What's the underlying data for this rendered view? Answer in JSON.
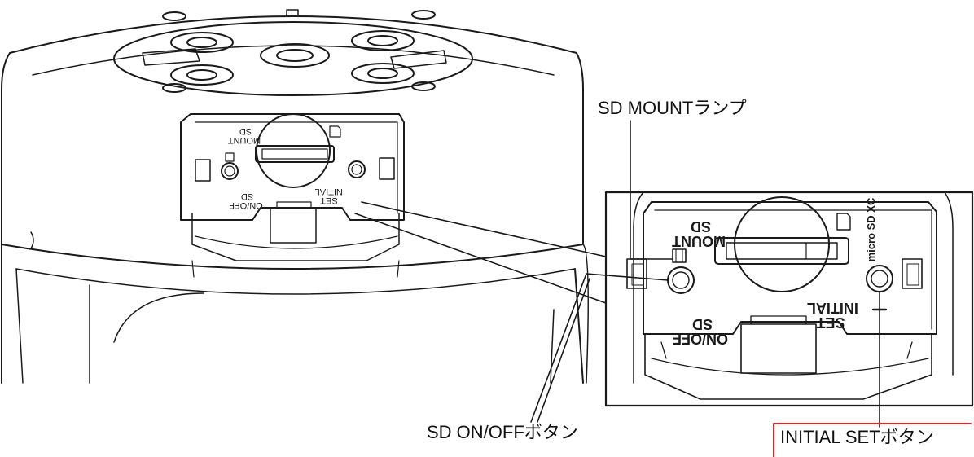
{
  "labels": {
    "sd_mount_lamp": "SD MOUNTランプ",
    "sd_onoff_button": "SD ON/OFFボタン",
    "initial_set_button": "INITIAL SETボタン"
  },
  "panel_print": {
    "sd_mount": [
      "SD",
      "MOUNT"
    ],
    "sd_onoff": [
      "SD",
      "ON/OFF"
    ],
    "initial_set": [
      "INITIAL",
      "SET"
    ],
    "micro_sd_logo": "micro SD XC"
  },
  "colors": {
    "line": "#1a1a1a",
    "highlight": "#e8202a",
    "background": "#ffffff"
  }
}
